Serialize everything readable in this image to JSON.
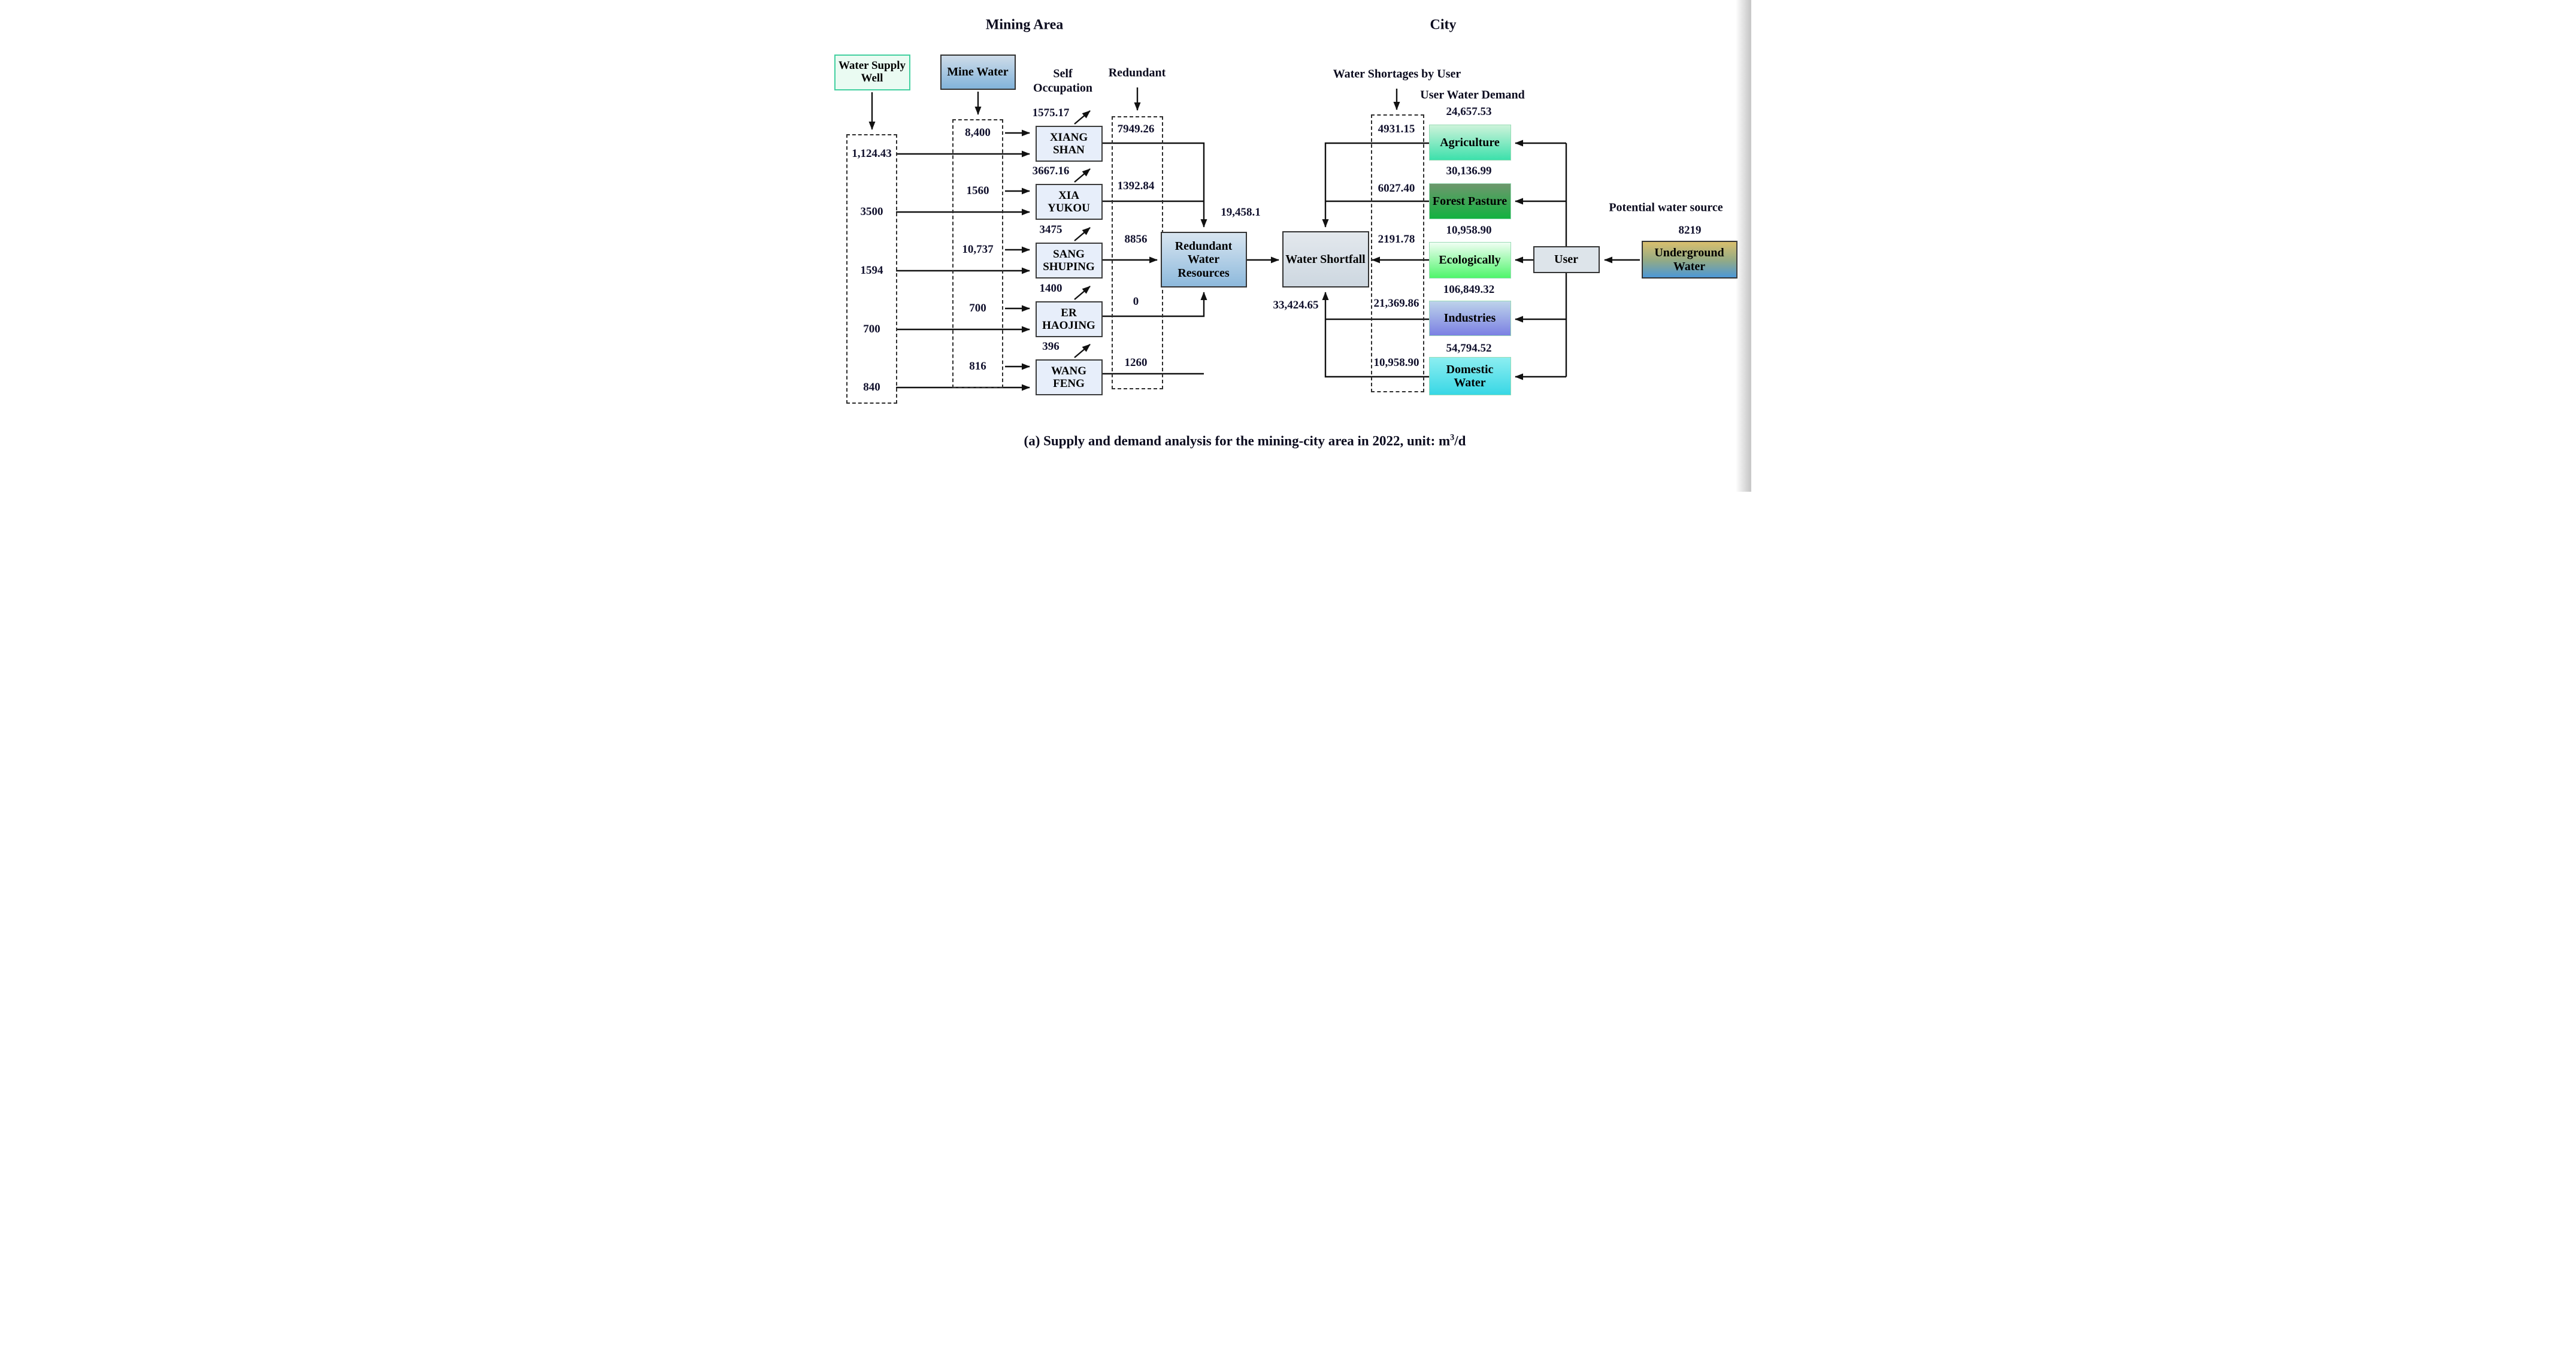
{
  "titles": {
    "mining_area": "Mining Area",
    "city": "City"
  },
  "mining": {
    "water_supply_well_label": "Water Supply Well",
    "mine_water_label": "Mine Water",
    "self_occupation_label": "Self Occupation",
    "redundant_label": "Redundant",
    "mines": [
      {
        "name": "XIANG SHAN",
        "well_supply": "1,124.43",
        "mine_water": "8,400",
        "self_occupation": "1575.17",
        "redundant": "7949.26"
      },
      {
        "name": "XIA YUKOU",
        "well_supply": "3500",
        "mine_water": "1560",
        "self_occupation": "3667.16",
        "redundant": "1392.84"
      },
      {
        "name": "SANG SHUPING",
        "well_supply": "1594",
        "mine_water": "10,737",
        "self_occupation": "3475",
        "redundant": "8856"
      },
      {
        "name": "ER HAOJING",
        "well_supply": "700",
        "mine_water": "700",
        "self_occupation": "1400",
        "redundant": "0"
      },
      {
        "name": "WANG FENG",
        "well_supply": "840",
        "mine_water": "816",
        "self_occupation": "396",
        "redundant": "1260"
      }
    ],
    "redundant_water_resources_label": "Redundant Water Resources",
    "redundant_inflow_total": "19,458.1"
  },
  "shortfall": {
    "water_shortfall_label": "Water Shortfall",
    "shortfall_inflow_total": "33,424.65"
  },
  "city": {
    "water_shortages_by_user_label": "Water Shortages by User",
    "user_water_demand_label": "User Water Demand",
    "users": [
      {
        "name": "Agriculture",
        "demand": "24,657.53",
        "shortage": "4931.15"
      },
      {
        "name": "Forest Pasture",
        "demand": "30,136.99",
        "shortage": "6027.40"
      },
      {
        "name": "Ecologically",
        "demand": "10,958.90",
        "shortage": "2191.78"
      },
      {
        "name": "Industries",
        "demand": "106,849.32",
        "shortage": "21,369.86"
      },
      {
        "name": "Domestic Water",
        "demand": "54,794.52",
        "shortage": "10,958.90"
      }
    ],
    "user_label": "User",
    "potential_water_source_label": "Potential water source",
    "underground_water_label": "Underground Water",
    "underground_water_amount": "8219"
  },
  "caption": {
    "text": "(a) Supply and demand analysis for the mining-city area in 2022, unit: m",
    "sup": "3",
    "suffix": "/d"
  },
  "colors": {
    "well_bg": "#eafbf2",
    "well_border": "#43d0a0",
    "mine_water_top": "#cedce9",
    "mine_water_bottom": "#82b3da",
    "mine_box_bg": "#e7eefa",
    "redundant_top": "#d8e5f0",
    "redundant_bottom": "#8db9dc",
    "shortfall_top": "#e3e8ed",
    "shortfall_bottom": "#cdd7e0",
    "agriculture_top": "#cdf3da",
    "agriculture_bottom": "#3ce0ab",
    "forest_top": "#6e976d",
    "forest_bottom": "#12b240",
    "eco_top": "#f0fef3",
    "eco_bottom": "#4ef56b",
    "industries_top": "#bdd3ea",
    "industries_bottom": "#7b80e3",
    "domestic_top": "#8ceef1",
    "domestic_bottom": "#38d7e5",
    "user_box_bg": "#dde4ea",
    "underground_top": "#d9bf6d",
    "underground_mid": "#93aa85",
    "underground_bottom": "#4c98d7",
    "line": "#111111"
  }
}
